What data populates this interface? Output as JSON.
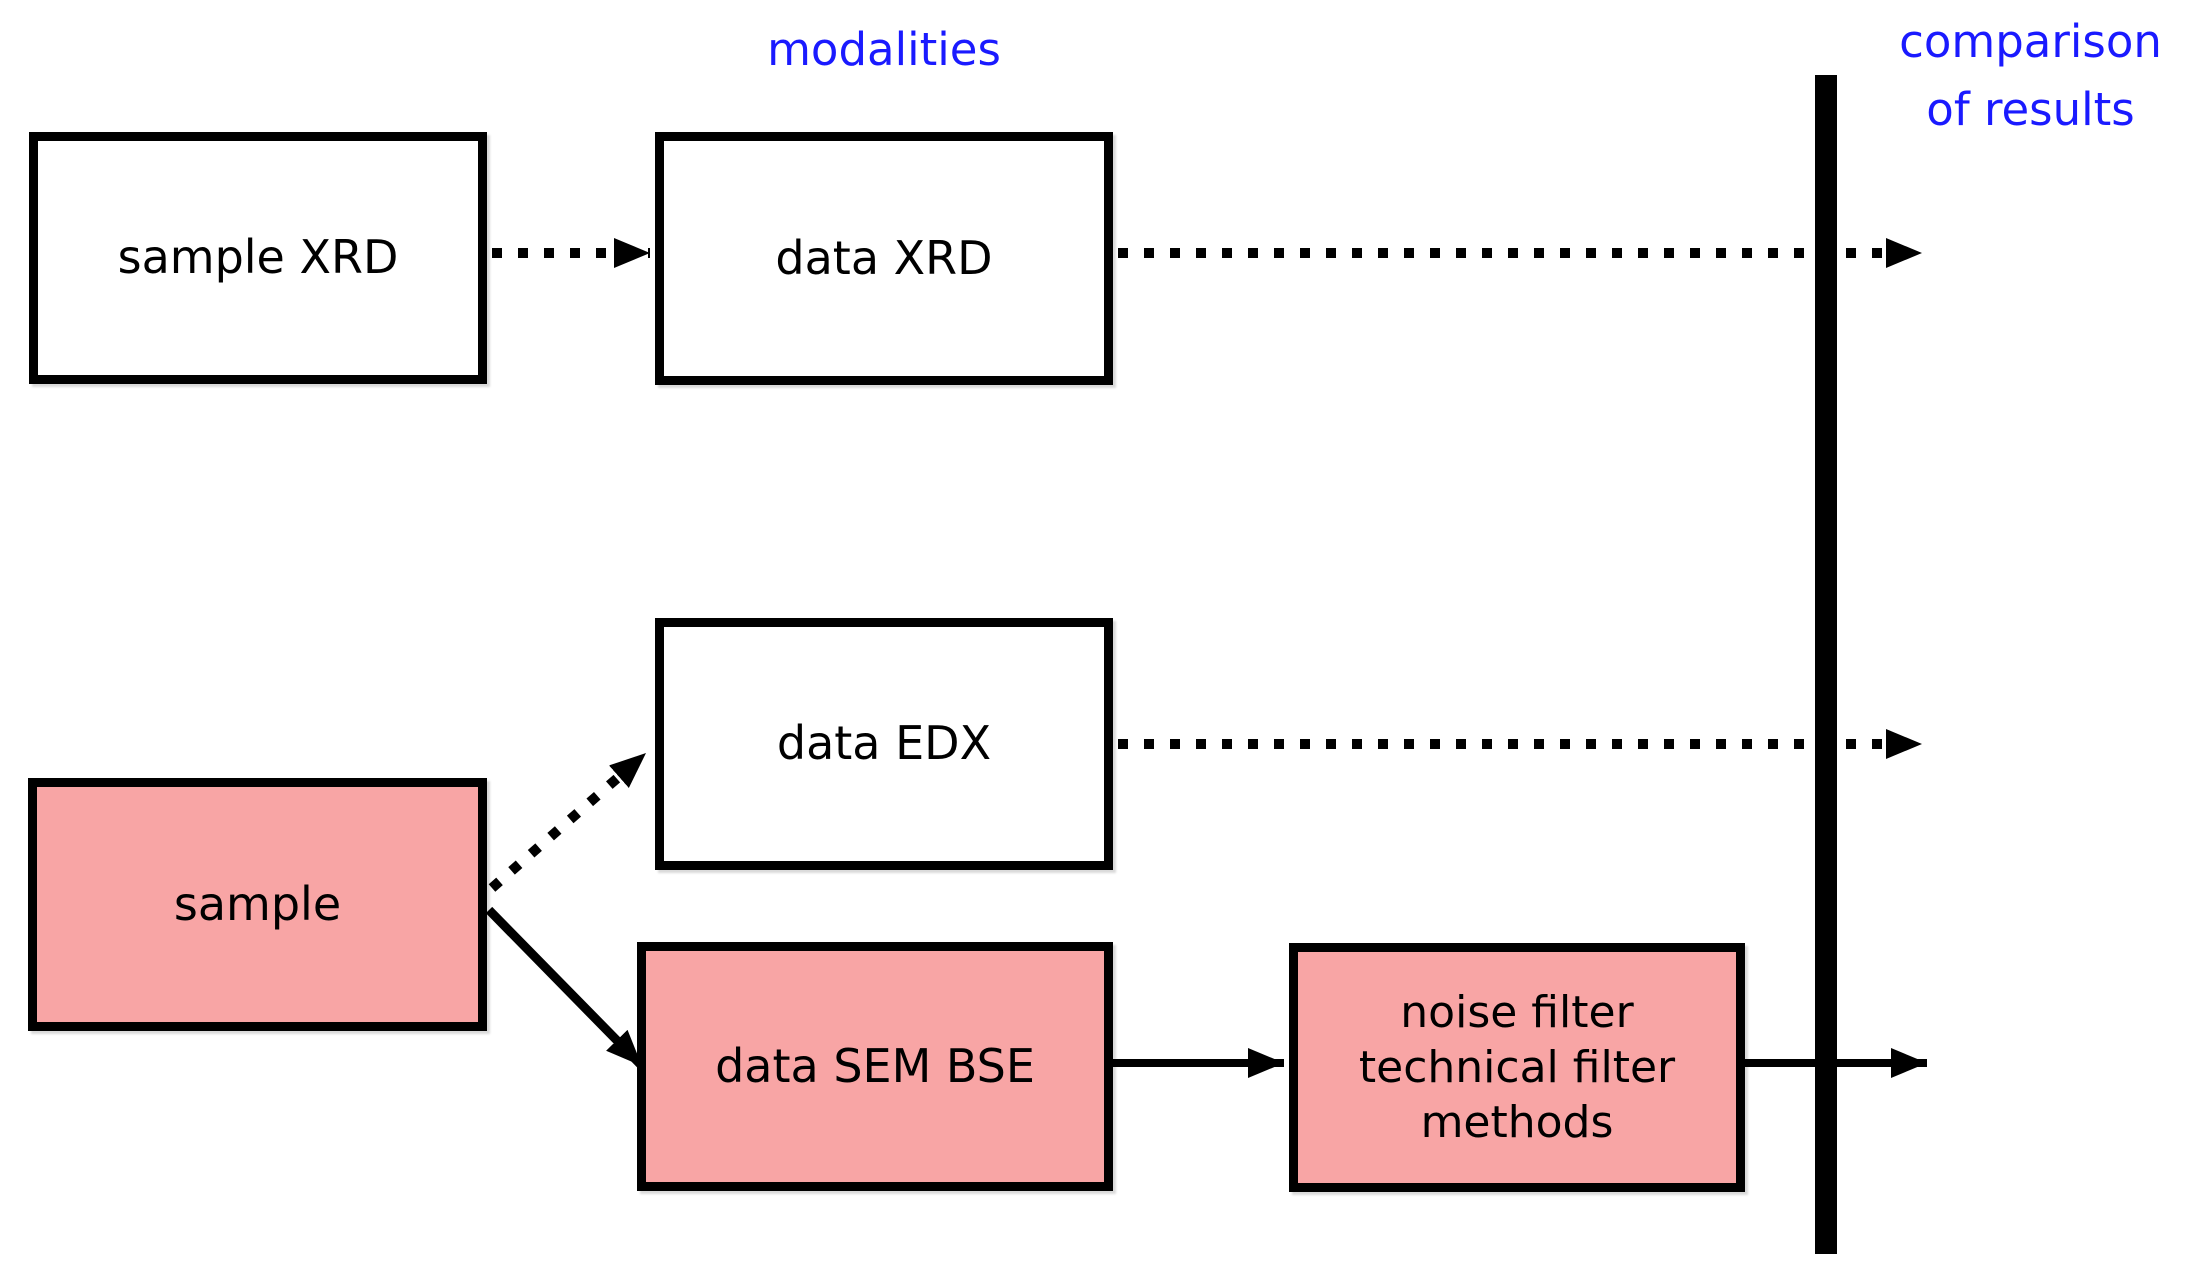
{
  "diagram": {
    "type": "flowchart",
    "annotations": {
      "modalities_label": "modalities",
      "comparison_label": "comparison\nof results"
    },
    "nodes": [
      {
        "id": "sample-xrd",
        "label": "sample XRD",
        "fill": "white"
      },
      {
        "id": "data-xrd",
        "label": "data XRD",
        "fill": "white"
      },
      {
        "id": "data-edx",
        "label": "data EDX",
        "fill": "white"
      },
      {
        "id": "sample",
        "label": "sample",
        "fill": "pink"
      },
      {
        "id": "data-sem-bse",
        "label": "data SEM BSE",
        "fill": "pink"
      },
      {
        "id": "noise-filter",
        "label": "noise filter\ntechnical filter\nmethods",
        "fill": "pink"
      }
    ],
    "edges": [
      {
        "from": "sample-xrd",
        "to": "data-xrd",
        "style": "dotted"
      },
      {
        "from": "data-xrd",
        "to": "comparison-of-results",
        "style": "dotted"
      },
      {
        "from": "sample",
        "to": "data-edx",
        "style": "dotted"
      },
      {
        "from": "data-edx",
        "to": "comparison-of-results",
        "style": "dotted"
      },
      {
        "from": "sample",
        "to": "data-sem-bse",
        "style": "solid"
      },
      {
        "from": "data-sem-bse",
        "to": "noise-filter",
        "style": "solid"
      },
      {
        "from": "noise-filter",
        "to": "comparison-of-results",
        "style": "solid"
      }
    ],
    "colors": {
      "box_fill_pink": "#f8a5a5",
      "box_fill_white": "#ffffff",
      "box_border": "#000000",
      "arrow": "#000000",
      "annotation_blue": "#1a1aff",
      "background": "#ffffff"
    }
  }
}
